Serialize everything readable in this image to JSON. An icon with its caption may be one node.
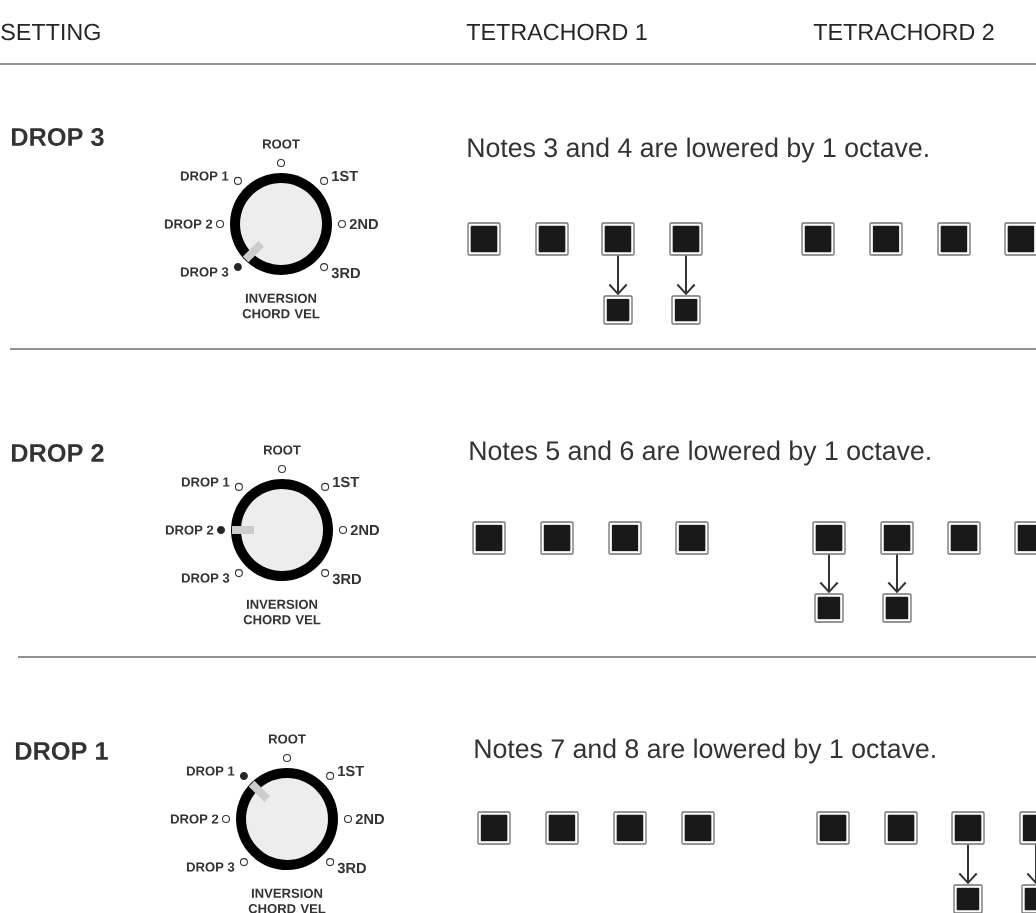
{
  "diagram": {
    "nodes": [
      {
        "text": [],
        "shape": "box"
      },
      {
        "text": [],
        "shape": "box"
      },
      {
        "text": [],
        "shape": "box"
      },
      {
        "text": [],
        "shape": "box"
      },
      {
        "text": [],
        "shape": "box"
      },
      {
        "text": [],
        "shape": "box"
      },
      {
        "text": [],
        "shape": "box"
      },
      {
        "text": [],
        "shape": "box"
      },
      {
        "text": [],
        "shape": "box"
      },
      {
        "text": [],
        "shape": "box"
      },
      {
        "text": [],
        "shape": "box"
      },
      {
        "text": [],
        "shape": "box"
      },
      {
        "text": [],
        "shape": "box"
      },
      {
        "text": [],
        "shape": "box"
      },
      {
        "text": [],
        "shape": "box"
      },
      {
        "text": [],
        "shape": "box"
      },
      {
        "text": [],
        "shape": "box"
      },
      {
        "text": [],
        "shape": "box"
      },
      {
        "text": [],
        "shape": "box"
      },
      {
        "text": [],
        "shape": "box"
      },
      {
        "text": [],
        "shape": "box"
      },
      {
        "text": [],
        "shape": "box"
      },
      {
        "text": [],
        "shape": "box"
      },
      {
        "text": [],
        "shape": "box"
      },
      {
        "text": [],
        "shape": "box"
      },
      {
        "text": [],
        "shape": "box"
      },
      {
        "text": [],
        "shape": "box"
      },
      {
        "text": [],
        "shape": "box"
      },
      {
        "text": [],
        "shape": "box"
      },
      {
        "text": [],
        "shape": "box"
      }
    ],
    "edges": [
      {
        "from": 2,
        "to": 8,
        "arrow": "to"
      },
      {
        "from": 3,
        "to": 9,
        "arrow": "to"
      },
      {
        "from": 14,
        "to": 18,
        "arrow": "to"
      },
      {
        "from": 15,
        "to": 19,
        "arrow": "to"
      },
      {
        "from": 26,
        "to": 28,
        "arrow": "to"
      },
      {
        "from": 27,
        "to": 29,
        "arrow": "to"
      }
    ],
    "labels": [
      "SETTING",
      "TETRACHORD 1",
      "TETRACHORD 2",
      "DROP 3",
      "ROOT",
      "DROP 1",
      "1ST",
      "DROP 2",
      "2ND",
      "DROP 3",
      "3RD",
      "INVERSION CHORD VEL",
      "Notes 3 and 4 are lowered by 1 octave.",
      "DROP 2",
      "ROOT",
      "DROP 1",
      "1ST",
      "DROP 2",
      "2ND",
      "DROP 3",
      "3RD",
      "INVERSION CHORD VEL",
      "Notes 5 and 6 are lowered by 1 octave.",
      "DROP 1",
      "ROOT",
      "DROP 1",
      "1ST",
      "DROP 2",
      "2ND",
      "DROP 3",
      "3RD",
      "INVERSION CHORD VEL",
      "Notes 7 and 8 are lowered by 1 octave."
    ]
  }
}
